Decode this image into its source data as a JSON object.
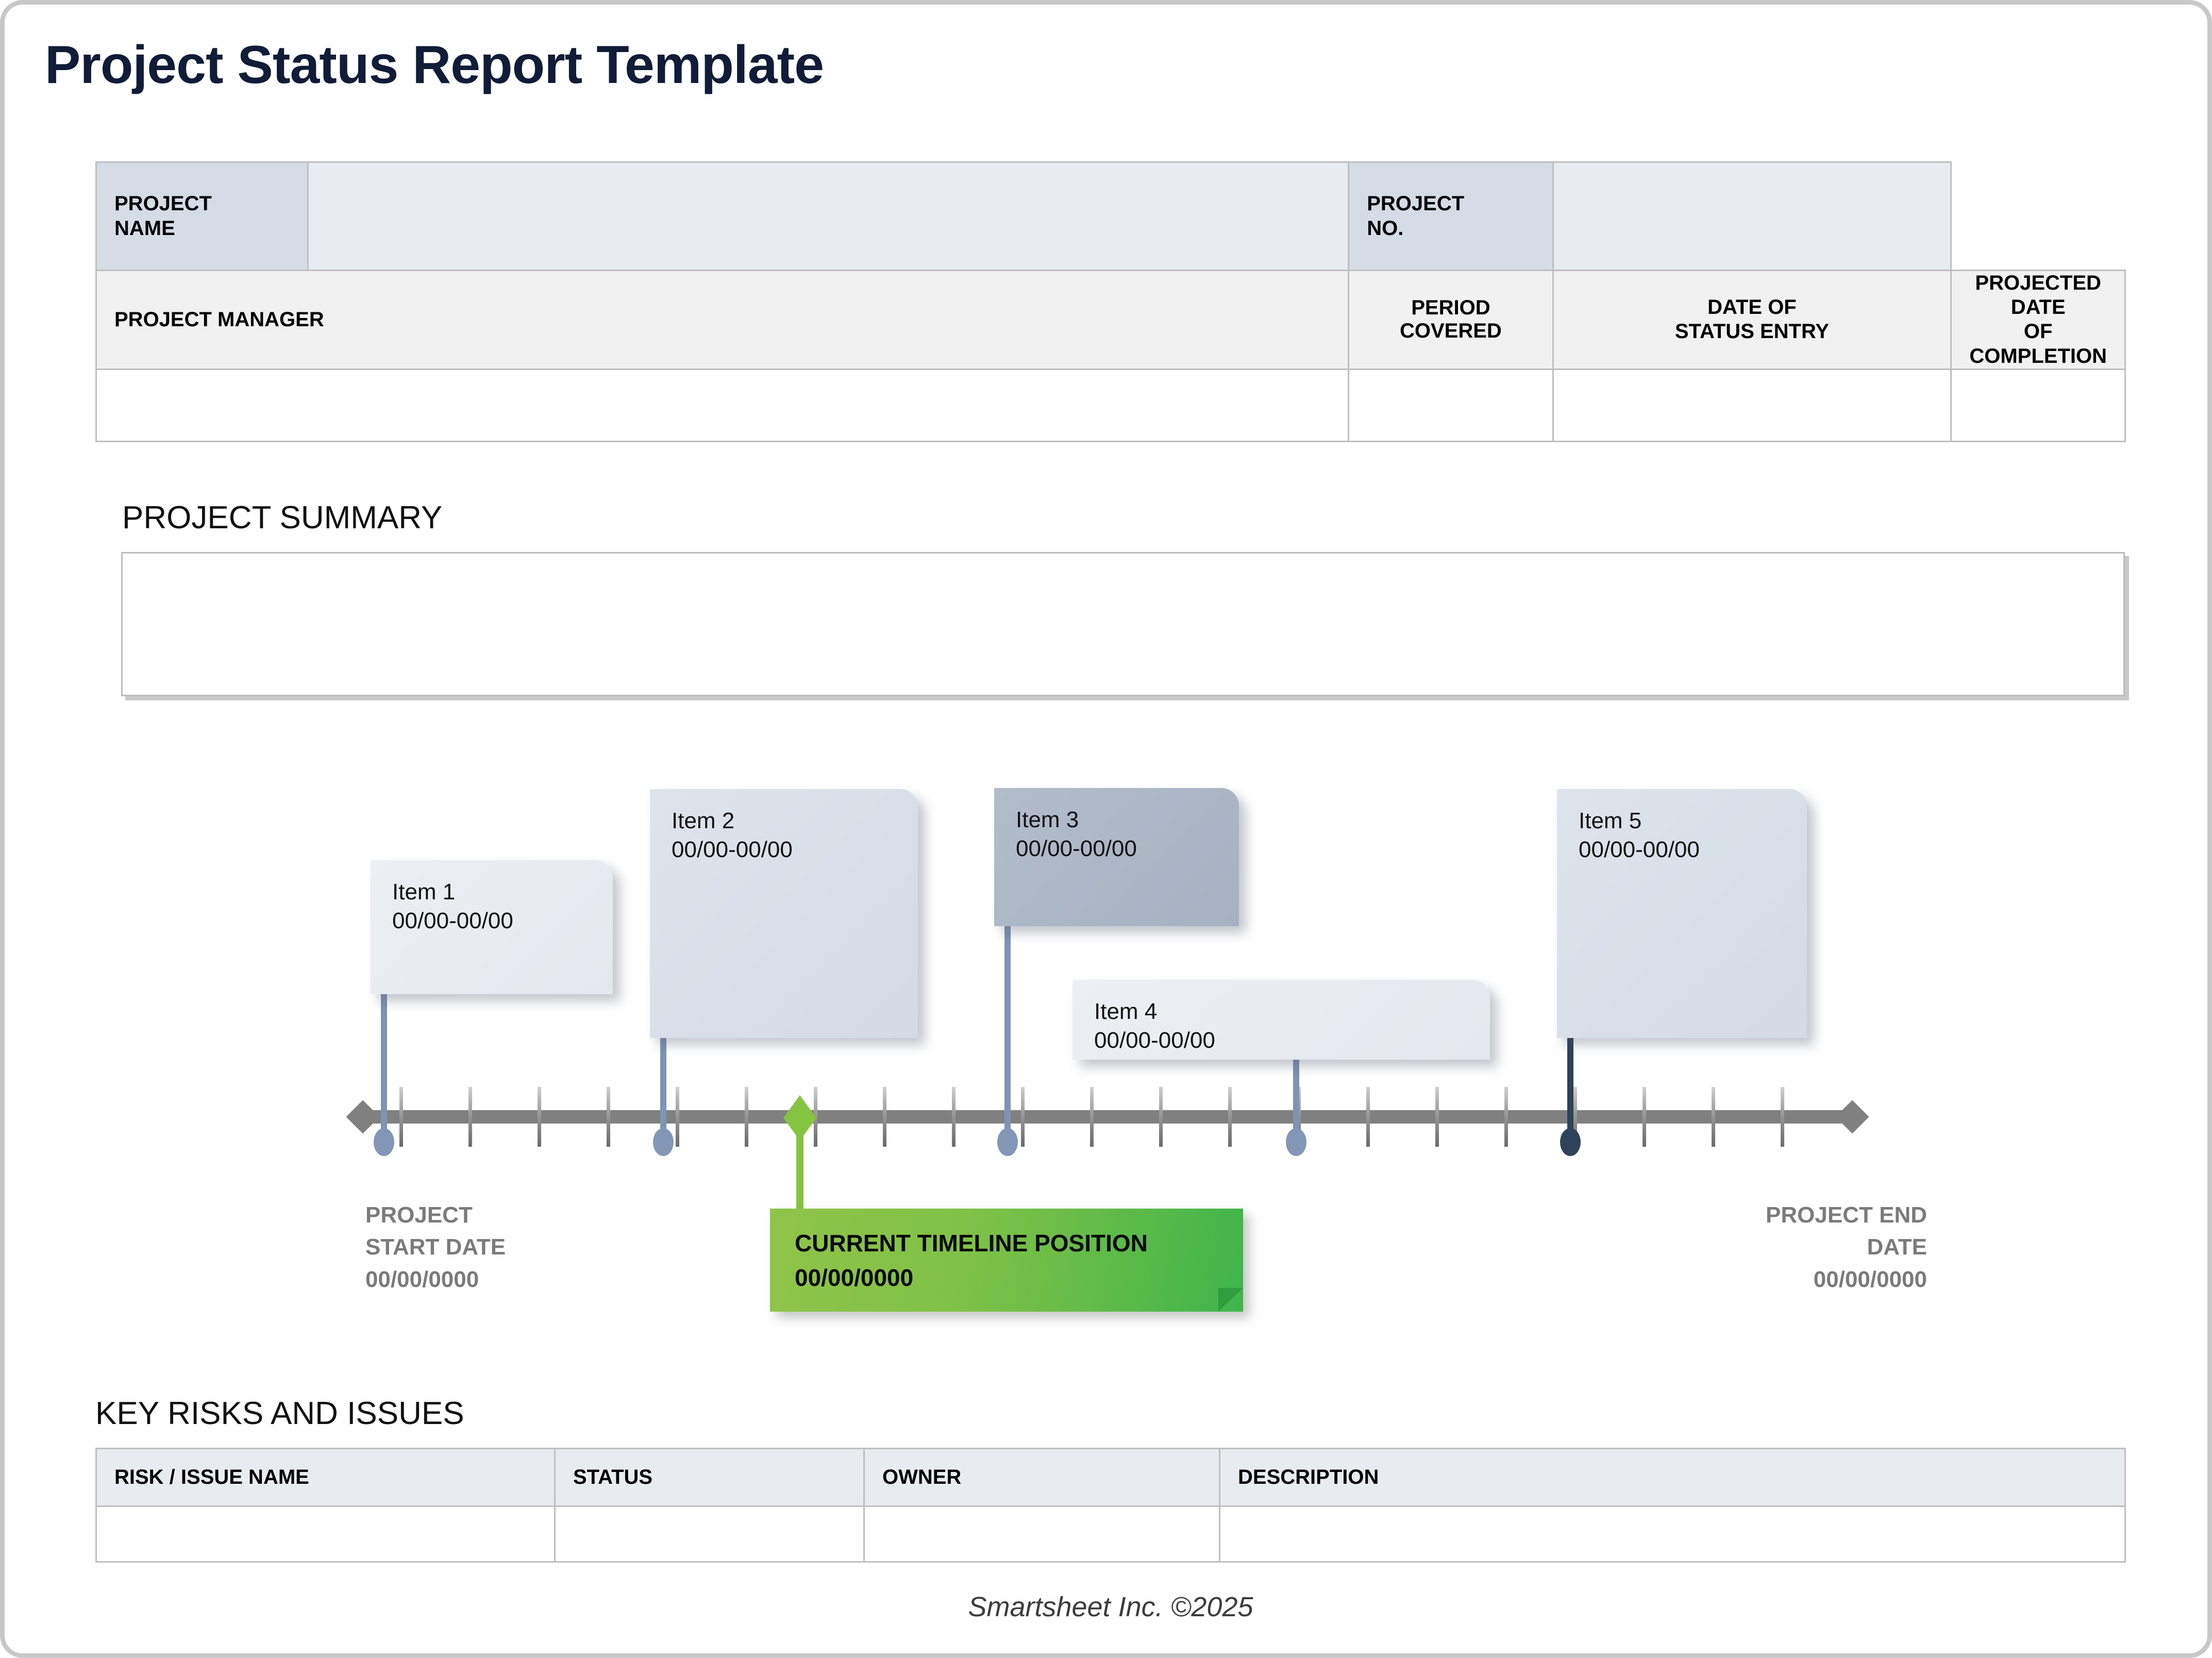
{
  "document": {
    "title": "Project Status Report Template",
    "footer": "Smartsheet Inc. ©2025"
  },
  "info_table": {
    "row1": {
      "project_name_label": "PROJECT\nNAME",
      "project_name_value": "",
      "project_no_label": "PROJECT\nNO.",
      "project_no_value": ""
    },
    "row2": {
      "project_manager_label": "PROJECT MANAGER",
      "period_covered_label": "PERIOD COVERED",
      "date_of_status_entry_label": "DATE OF\nSTATUS ENTRY",
      "projected_date_of_completion_label": "PROJECTED DATE\nOF COMPLETION"
    },
    "row3": {
      "project_manager_value": "",
      "period_covered_value": "",
      "date_of_status_entry_value": "",
      "projected_date_of_completion_value": ""
    }
  },
  "summary": {
    "heading": "PROJECT SUMMARY",
    "value": ""
  },
  "timeline": {
    "start": {
      "line1": "PROJECT",
      "line2": "START DATE",
      "date": "00/00/0000"
    },
    "end": {
      "line1": "PROJECT END",
      "line2": "DATE",
      "date": "00/00/0000"
    },
    "current": {
      "label": "CURRENT TIMELINE POSITION",
      "date": "00/00/0000"
    },
    "items": [
      {
        "name": "Item 1",
        "dates": "00/00-00/00"
      },
      {
        "name": "Item 2",
        "dates": "00/00-00/00"
      },
      {
        "name": "Item 3",
        "dates": "00/00-00/00"
      },
      {
        "name": "Item 4",
        "dates": "00/00-00/00"
      },
      {
        "name": "Item 5",
        "dates": "00/00-00/00"
      }
    ]
  },
  "risks": {
    "heading": "KEY RISKS AND ISSUES",
    "columns": [
      "RISK / ISSUE NAME",
      "STATUS",
      "OWNER",
      "DESCRIPTION"
    ],
    "rows": [
      [
        "",
        "",
        "",
        ""
      ]
    ]
  },
  "colors": {
    "title": "#101c38",
    "label_cell": "#d6dce6",
    "value_cell": "#e8ecf1",
    "header_cell": "#f1f1f1",
    "timeline_bar": "#808080",
    "stem_blue": "#8296b6",
    "stem_navy": "#2f4259",
    "current_green_light": "#8fc449",
    "current_green_dark": "#3fb54a",
    "muted_text": "#7b7b7b"
  }
}
